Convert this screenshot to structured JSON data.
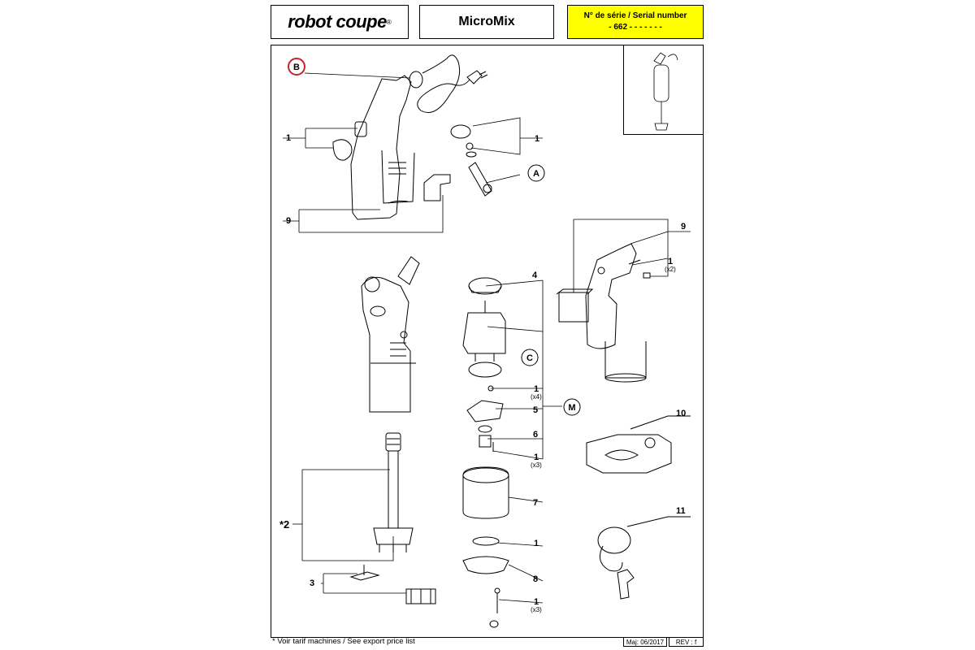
{
  "header": {
    "logo_text": "robot coupe",
    "logo_mark": "®",
    "title": "MicroMix",
    "serial_label": "N° de série / Serial number",
    "serial_value": "- 662 - - - - -   - -"
  },
  "labels": {
    "B": "B",
    "A": "A",
    "C": "C",
    "M": "M",
    "n1": "1",
    "n2": "*2",
    "n3": "3",
    "n4": "4",
    "n5": "5",
    "n6": "6",
    "n7": "7",
    "n8": "8",
    "n9": "9",
    "n10": "10",
    "n11": "11",
    "x2": "(x2)",
    "x3": "(x3)",
    "x4": "(x4)"
  },
  "footer": {
    "note": "* Voir tarif machines / See export price list",
    "date": "Maj: 06/2017",
    "rev": "REV :  f"
  },
  "colors": {
    "serial_bg": "#ffff00",
    "highlight_circle": "#cc2222"
  }
}
